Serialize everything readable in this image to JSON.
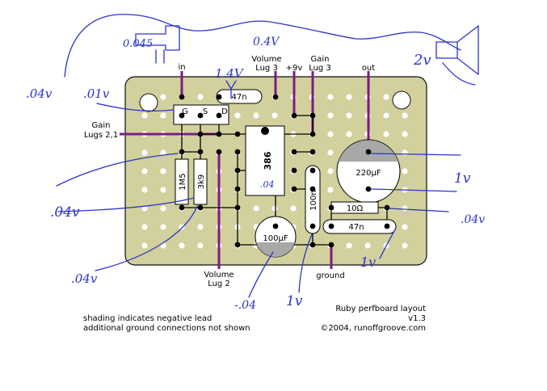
{
  "board": {
    "label_in": "in",
    "label_out": "out",
    "label_volume_lug3": "Volume\nLug 3",
    "label_plus9v": "+9v",
    "label_gain_lug3": "Gain\nLug 3",
    "label_gain_lugs21": "Gain\nLugs 2,1",
    "label_volume_lug2": "Volume\nLug 2",
    "label_ground": "ground"
  },
  "components": {
    "cap_47n_top": "47n",
    "jfet_g": "G",
    "jfet_s": "S",
    "jfet_d": "D",
    "ic": "386",
    "r_1m5": "1M5",
    "r_3k9": "3k9",
    "cap_220uf": "220µF",
    "cap_100n": "100n",
    "r_10ohm": "10Ω",
    "cap_47n_bottom": "47n",
    "cap_100uf": "100µF"
  },
  "notes": {
    "line1": "shading indicates negative lead",
    "line2": "additional ground connections not shown",
    "title": "Ruby perfboard layout",
    "version": "v1.3",
    "copyright": "©2004, runoffgroove.com"
  },
  "handwritten": {
    "v_jack": "0.045",
    "v_vol3": "0.4V",
    "v_drain": "1.4V",
    "v_left1": ".04v",
    "v_left2": ".01v",
    "v_left3": ".04v",
    "v_left4": ".04v",
    "v_ic": ".04",
    "v_out": "1v",
    "v_right": ".04v",
    "v_bottom1": "-.04",
    "v_bottom2": "1v",
    "v_bottom3": "1v",
    "v_speaker": "2v"
  },
  "colors": {
    "board": "#d2d09c",
    "hole": "#ffffff",
    "jumper": "#7c1c83",
    "ink": "#2b34c9",
    "cap_shade": "#a8a8a8"
  }
}
